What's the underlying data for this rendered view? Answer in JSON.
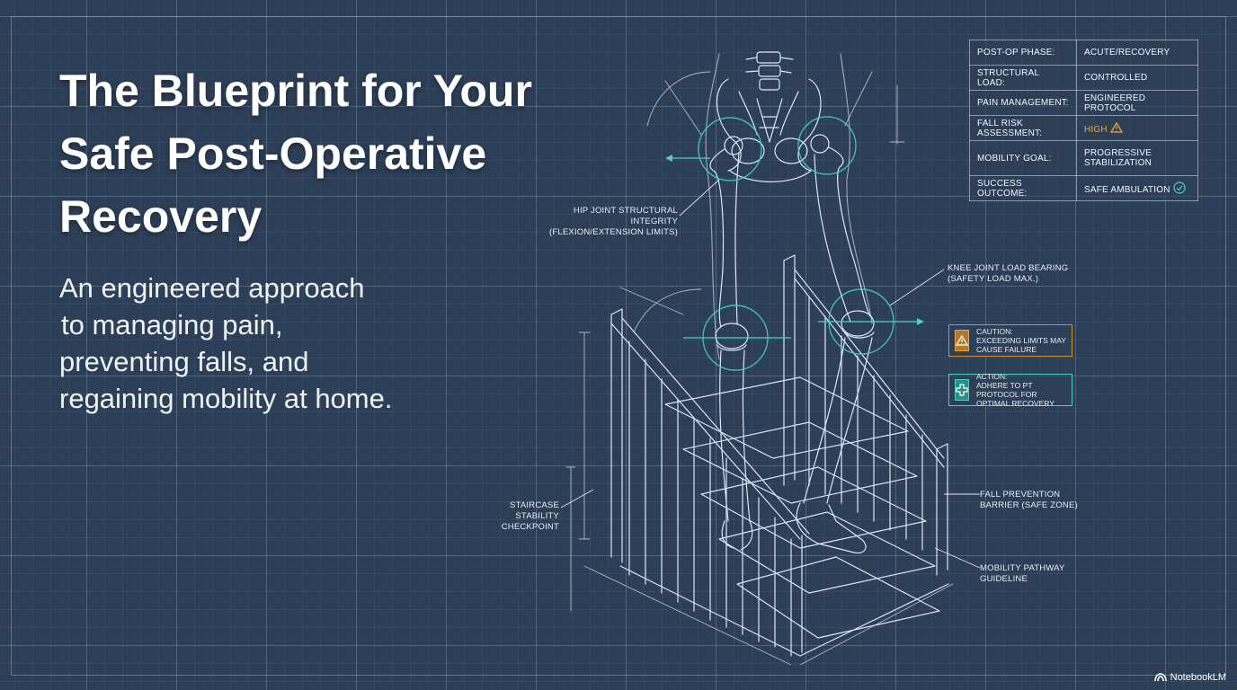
{
  "title": "The Blueprint for Your Safe Post-Operative Recovery",
  "subtitle": {
    "line1": "An engineered approach",
    "line2": "to managing pain,",
    "line3": "preventing falls, and",
    "line4": "regaining mobility at home."
  },
  "spec_table": [
    {
      "label": "POST-OP PHASE:",
      "value": "ACUTE/RECOVERY"
    },
    {
      "label": "STRUCTURAL LOAD:",
      "value": "CONTROLLED"
    },
    {
      "label": "PAIN MANAGEMENT:",
      "value": "ENGINEERED PROTOCOL"
    },
    {
      "label": "FALL RISK ASSESSMENT:",
      "value": "HIGH"
    },
    {
      "label": "MOBILITY GOAL:",
      "value": "PROGRESSIVE STABILIZATION"
    },
    {
      "label": "SUCCESS OUTCOME:",
      "value": "SAFE AMBULATION"
    }
  ],
  "annotations": {
    "hip": "HIP JOINT STRUCTURAL INTEGRITY (FLEXION/EXTENSION LIMITS)",
    "knee": "KNEE JOINT LOAD BEARING (SAFETY LOAD MAX.)",
    "staircase": "STAIRCASE STABILITY CHECKPOINT",
    "barrier": "FALL PREVENTION BARRIER (SAFE ZONE)",
    "pathway": "MOBILITY PATHWAY GUIDELINE"
  },
  "caution": {
    "heading": "CAUTION:",
    "text": "EXCEEDING LIMITS MAY CAUSE FAILURE"
  },
  "action": {
    "heading": "ACTION:",
    "text": "ADHERE TO PT PROTOCOL FOR OPTIMAL RECOVERY"
  },
  "brand": "NotebookLM",
  "colors": {
    "accent_teal": "#48d1c0",
    "warning_amber": "#f0a637",
    "background": "#2d3f57"
  }
}
